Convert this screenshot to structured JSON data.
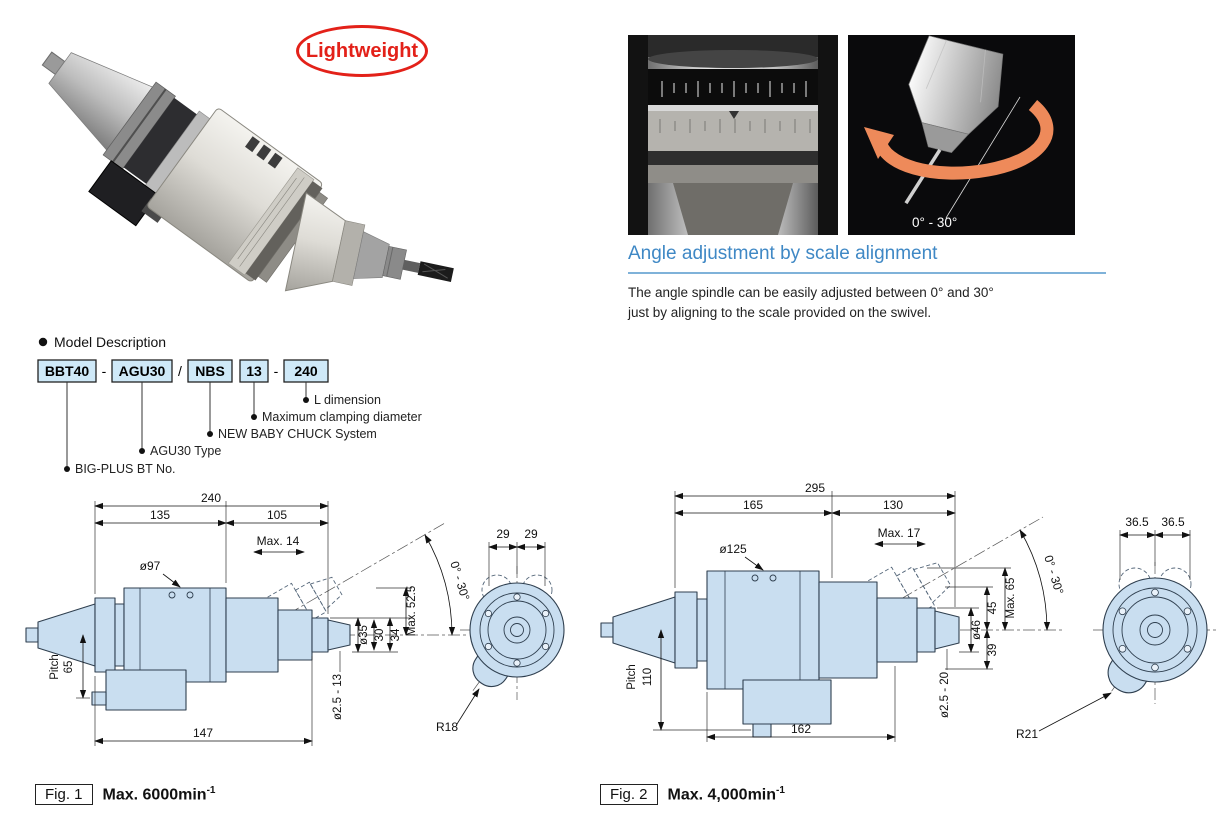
{
  "badge": {
    "label": "Lightweight"
  },
  "photos": {
    "angle_label": "0° - 30°"
  },
  "angle_section": {
    "heading": "Angle adjustment by scale alignment",
    "line1": "The angle spindle can be easily adjusted between 0° and 30°",
    "line2": "just by aligning to the scale provided on the swivel."
  },
  "model": {
    "title": "Model Description",
    "boxes": [
      "BBT40",
      "AGU30",
      "NBS",
      "13",
      "240"
    ],
    "sep_dash1": "-",
    "sep_slash": "/",
    "sep_dash2": "-",
    "callouts": [
      "L dimension",
      "Maximum clamping diameter",
      "NEW BABY CHUCK System",
      "AGU30 Type",
      "BIG-PLUS BT No."
    ]
  },
  "fig1": {
    "label": "Fig. 1",
    "speed": "Max. 6000min",
    "speed_sup": "-1",
    "dims": {
      "total": "240",
      "seg_left": "135",
      "seg_right": "105",
      "max_travel": "Max. 14",
      "body_dia": "ø97",
      "angle": "0° - 30°",
      "front_left": "29",
      "front_right": "29",
      "nut_dia": "ø35",
      "dim30": "30",
      "dim34": "34",
      "max_height": "Max. 52.5",
      "pitch_label": "Pitch",
      "pitch_value": "65",
      "length_lower": "147",
      "clamp_range": "ø2.5 - 13",
      "radius": "R18"
    }
  },
  "fig2": {
    "label": "Fig. 2",
    "speed": "Max. 4,000min",
    "speed_sup": "-1",
    "dims": {
      "total": "295",
      "seg_left": "165",
      "seg_right": "130",
      "max_travel": "Max. 17",
      "body_dia": "ø125",
      "angle": "0° - 30°",
      "front_left": "36.5",
      "front_right": "36.5",
      "nut_dia": "ø46",
      "dim45": "45",
      "dim39": "39",
      "max_height": "Max. 65",
      "pitch_label": "Pitch",
      "pitch_value": "110",
      "length_lower": "162",
      "clamp_range": "ø2.5 - 20",
      "radius": "R21"
    }
  }
}
